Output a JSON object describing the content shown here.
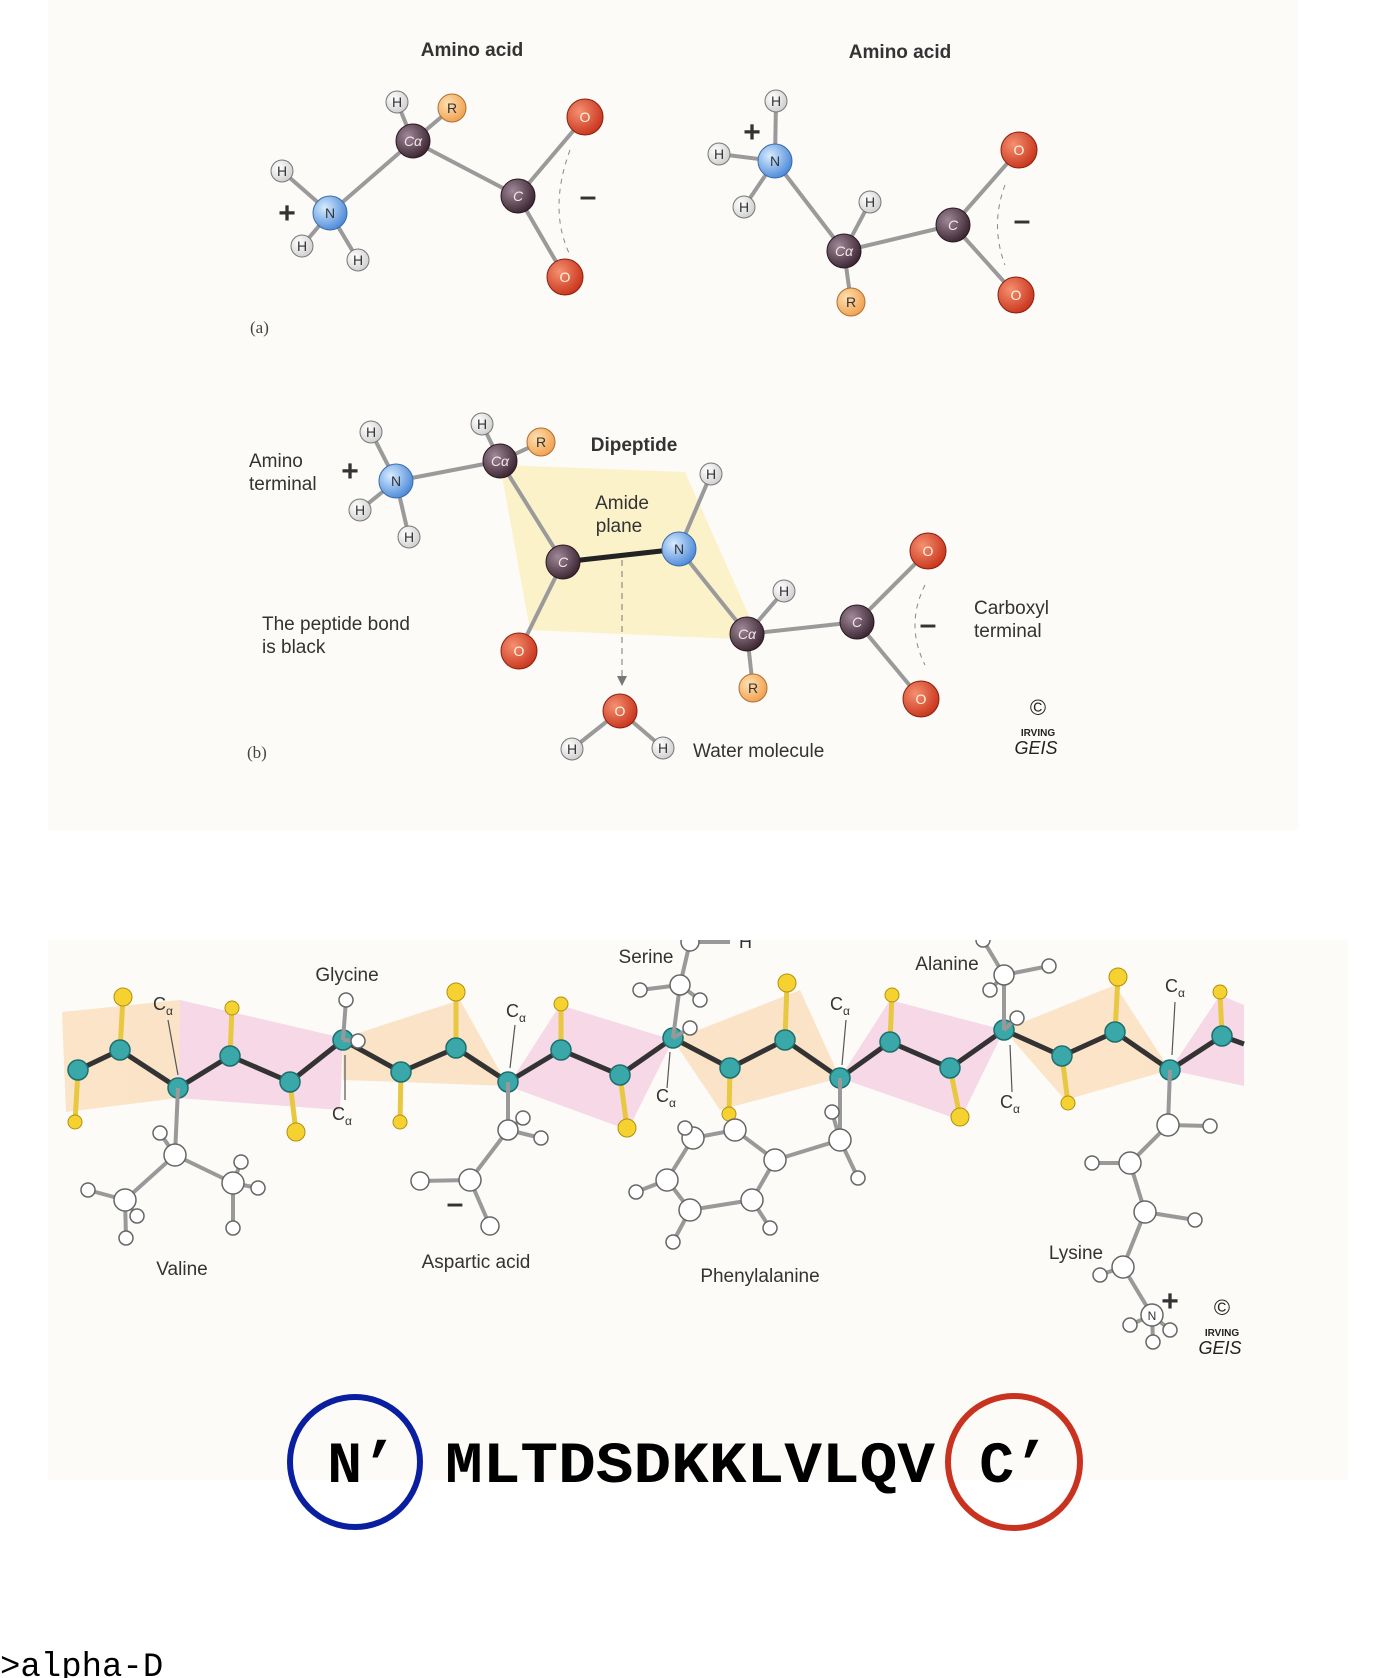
{
  "panel_a": {
    "label": "(a)",
    "molecule_1_title": "Amino acid",
    "molecule_2_title": "Amino acid",
    "plus": "+",
    "minus": "–"
  },
  "panel_b": {
    "label": "(b)",
    "title": "Dipeptide",
    "amino_terminal": [
      "Amino",
      "terminal"
    ],
    "carboxyl_terminal": [
      "Carboxyl",
      "terminal"
    ],
    "amide_plane": [
      "Amide",
      "plane"
    ],
    "peptide_bond_note": [
      "The peptide bond",
      "is black"
    ],
    "water_molecule": "Water molecule",
    "plus": "+",
    "minus": "–"
  },
  "atoms": {
    "H": "H",
    "R": "R",
    "N": "N",
    "C": "C",
    "O": "O",
    "Ca": "Cα"
  },
  "signature": {
    "copyright": "©",
    "artist_line1": "IRVING",
    "artist_line2": "GEIS"
  },
  "panel_c": {
    "residue_labels": {
      "valine": "Valine",
      "glycine": "Glycine",
      "aspartic_acid": "Aspartic acid",
      "serine": "Serine",
      "phenylalanine": "Phenylalanine",
      "alanine": "Alanine",
      "lysine": "Lysine"
    },
    "ca_main": "C",
    "ca_sub": "α",
    "serine_oh": "H",
    "lysine_n": "N",
    "plus": "+",
    "minus": "–"
  },
  "sequence": {
    "n_terminus": "N’",
    "residues": "MLTDSDKKLVLQV",
    "c_terminus": "C’",
    "n_color": "#0a1fa0",
    "c_color": "#c8321e"
  },
  "fasta_header": ">alpha-D"
}
